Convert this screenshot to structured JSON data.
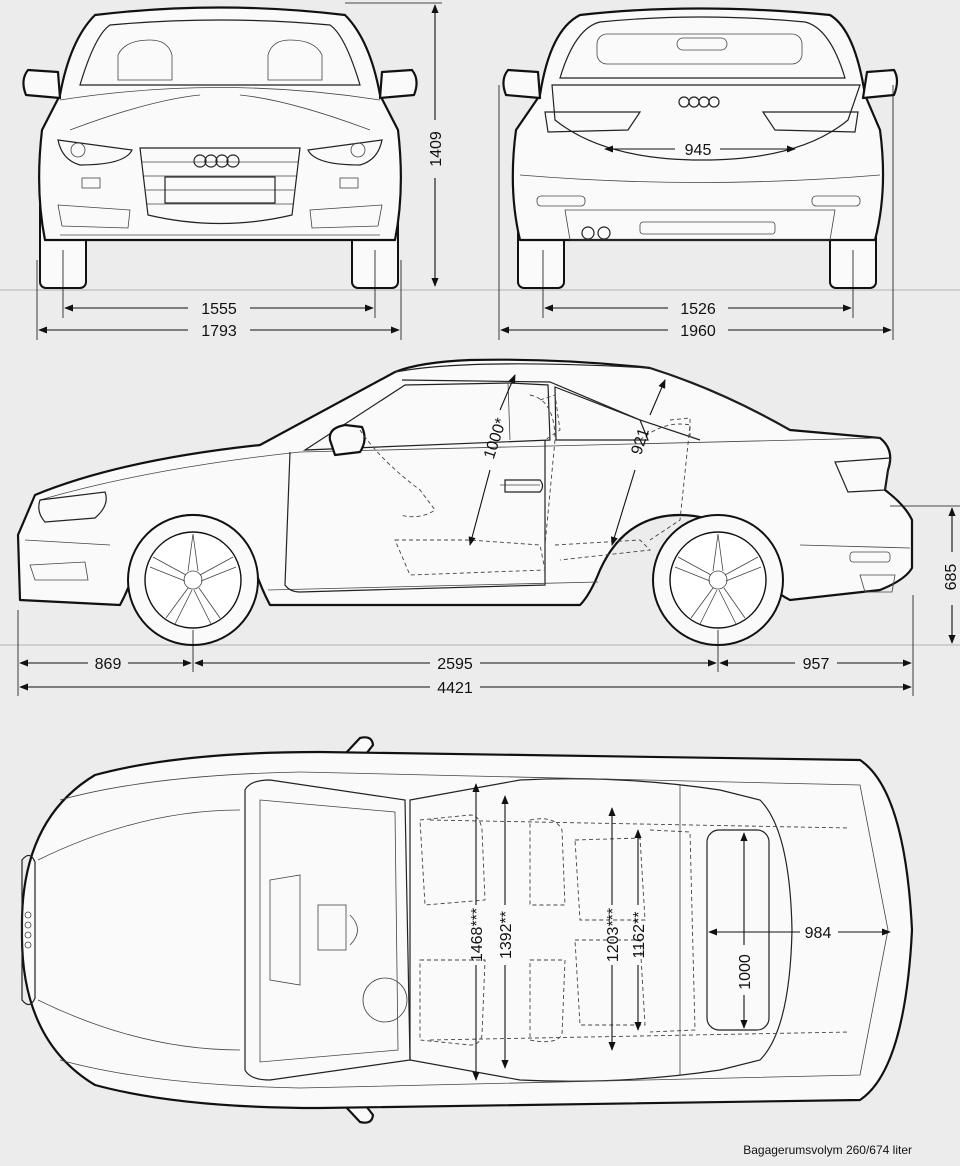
{
  "dimensions": {
    "front_track": "1555",
    "front_width": "1793",
    "height": "1409",
    "rear_trunk_width": "945",
    "rear_track": "1526",
    "width_mirrors": "1960",
    "headroom_front": "1000*",
    "headroom_rear": "921",
    "front_overhang": "869",
    "wheelbase": "2595",
    "rear_overhang": "957",
    "length": "4421",
    "loading_height": "685",
    "shoulder_front": "1468***",
    "elbow_front": "1392**",
    "shoulder_rear": "1203***",
    "elbow_rear": "1162**",
    "trunk_depth": "984",
    "trunk_width": "1000"
  },
  "caption": "Bagagerumsvolym 260/674 liter"
}
